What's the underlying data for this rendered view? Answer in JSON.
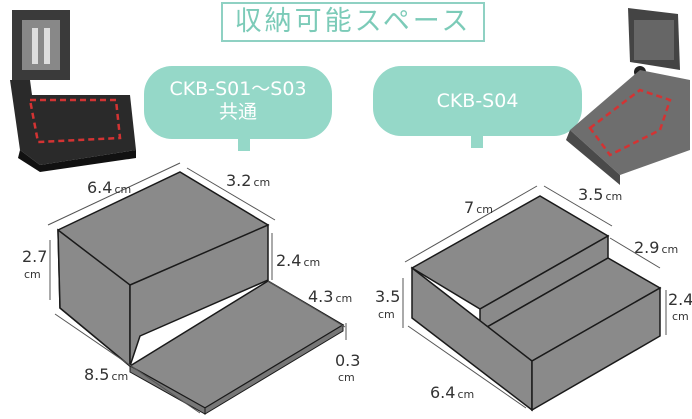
{
  "title": "収納可能スペース",
  "models": [
    {
      "label_line1": "CKB-S01〜S03",
      "label_line2": "共通"
    },
    {
      "label_line1": "CKB-S04"
    }
  ],
  "unit": "cm",
  "left_dims": {
    "top_depth": "6.4",
    "top_width": "3.2",
    "height": "2.7",
    "step_height": "2.4",
    "shelf_width": "4.3",
    "base_thickness": "0.3",
    "length": "8.5"
  },
  "right_dims": {
    "top_depth": "7",
    "top_width": "3.5",
    "step_width": "2.9",
    "height": "3.5",
    "step_height": "2.4",
    "length": "6.4"
  },
  "colors": {
    "accent": "#95d8c8",
    "block_fill": "#8a8a8a",
    "block_edge": "#1a1a1a",
    "dashed_marker": "#d33333"
  }
}
